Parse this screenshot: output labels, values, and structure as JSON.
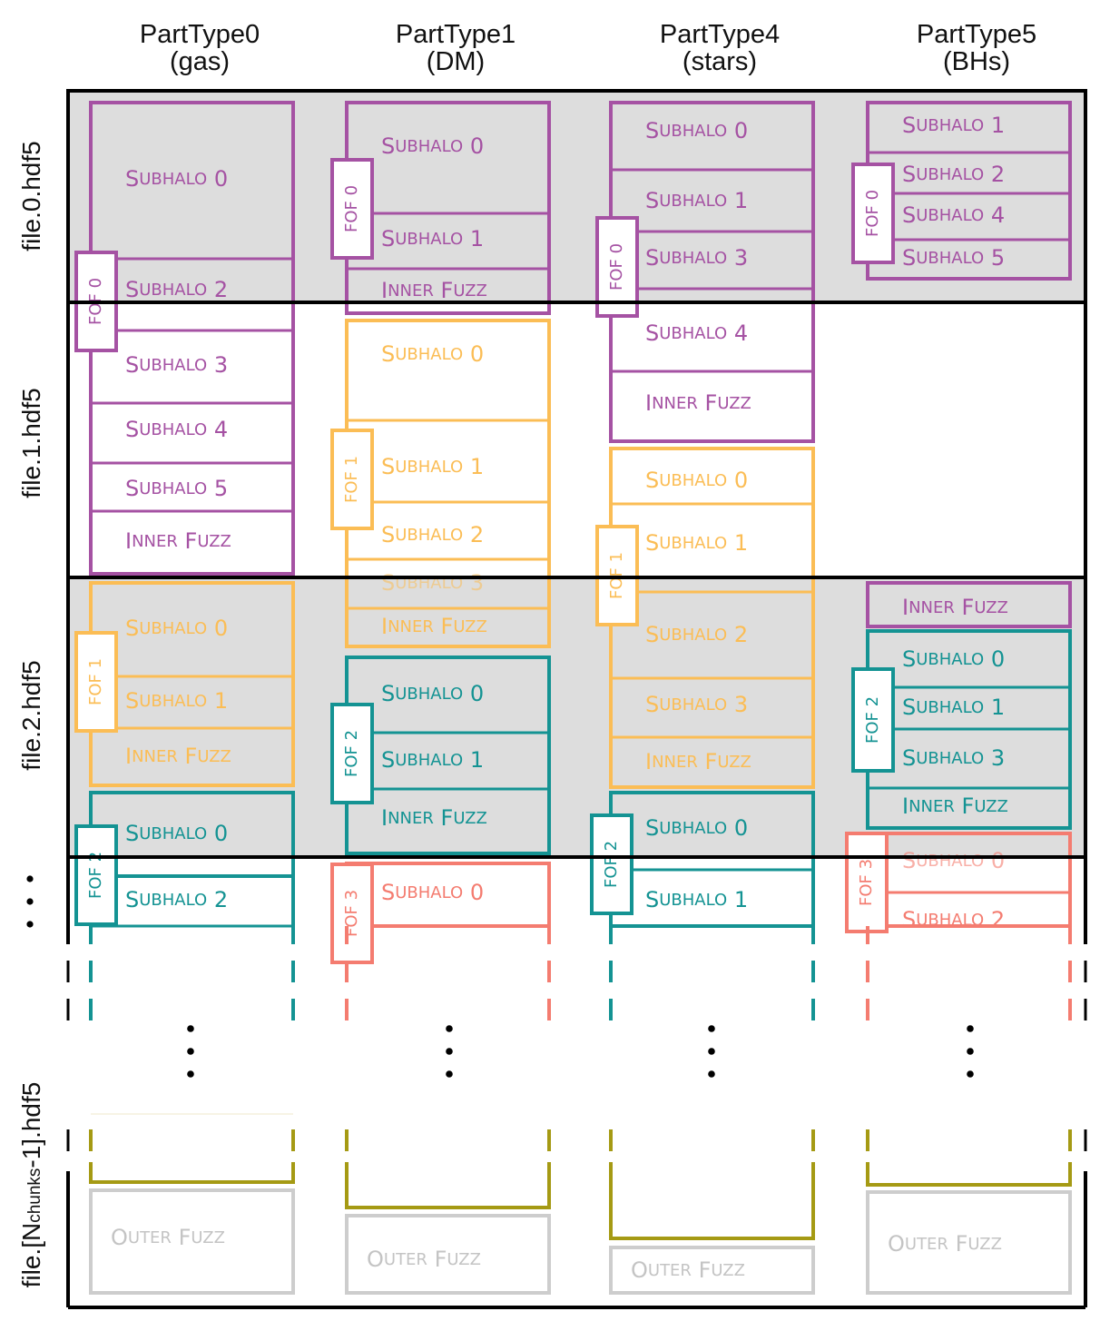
{
  "columns": [
    {
      "name": "PartType0",
      "sub": "(gas)"
    },
    {
      "name": "PartType1",
      "sub": "(DM)"
    },
    {
      "name": "PartType4",
      "sub": "(stars)"
    },
    {
      "name": "PartType5",
      "sub": "(BHs)"
    }
  ],
  "rows": [
    "file.0.hdf5",
    "file.1.hdf5",
    "file.2.hdf5"
  ],
  "last_row": {
    "prefix": "file.[N",
    "sub": "chunks",
    "suffix": "-1].hdf5"
  },
  "labels": {
    "sub0": "Subhalo 0",
    "sub1": "Subhalo 1",
    "sub2": "Subhalo 2",
    "sub3": "Subhalo 3",
    "sub4": "Subhalo 4",
    "sub5": "Subhalo 5",
    "inner": "Inner fuzz",
    "outer": "Outer fuzz",
    "fof0": "FOF 0",
    "fof1": "FOF 1",
    "fof2": "FOF 2",
    "fof3": "FOF 3"
  },
  "colors": {
    "fof0": "#a552a3",
    "fof1": "#fbbd55",
    "fof2": "#149393",
    "fof3": "#f47c70",
    "last": "#a59a14",
    "outer": "#cdcdcd",
    "shade": "#dddddd",
    "frame": "#000000"
  }
}
